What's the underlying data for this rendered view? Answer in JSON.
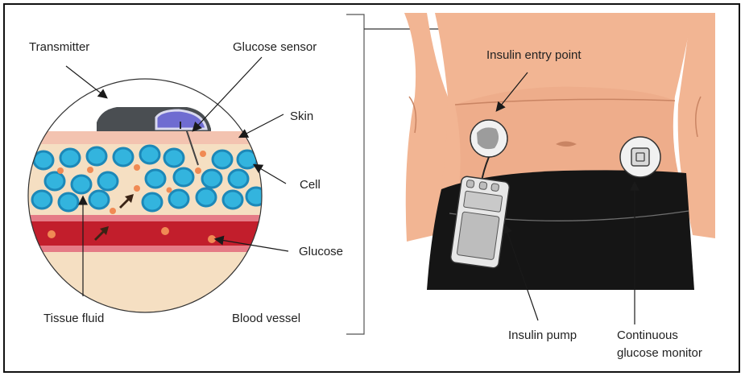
{
  "labels": {
    "transmitter": "Transmitter",
    "glucose_sensor": "Glucose sensor",
    "skin": "Skin",
    "cell": "Cell",
    "glucose": "Glucose",
    "tissue_fluid": "Tissue fluid",
    "blood_vessel": "Blood vessel",
    "insulin_entry_point": "Insulin entry point",
    "insulin_pump": "Insulin pump",
    "cgm_line1": "Continuous",
    "cgm_line2": "glucose monitor"
  },
  "colors": {
    "skin_tone": "#f2b593",
    "skin_shadow": "#e49d78",
    "cell_fill": "#33b4de",
    "cell_stroke": "#1c88b8",
    "tissue_fluid": "#f5dfc2",
    "skin_layer": "#f3c3b0",
    "blood": "#c21e2c",
    "vessel_wall": "#e57b86",
    "glucose_dot": "#f08a54",
    "transmitter_body": "#4a4e52",
    "sensor_blue": "#6f6cd1",
    "pants": "#151515",
    "device_light": "#e7e7e7",
    "arrow_brown": "#3a2314"
  },
  "icons": [
    "transmitter-icon",
    "insulin-pump-icon",
    "cgm-sensor-icon",
    "insulin-port-icon",
    "navel-icon"
  ]
}
